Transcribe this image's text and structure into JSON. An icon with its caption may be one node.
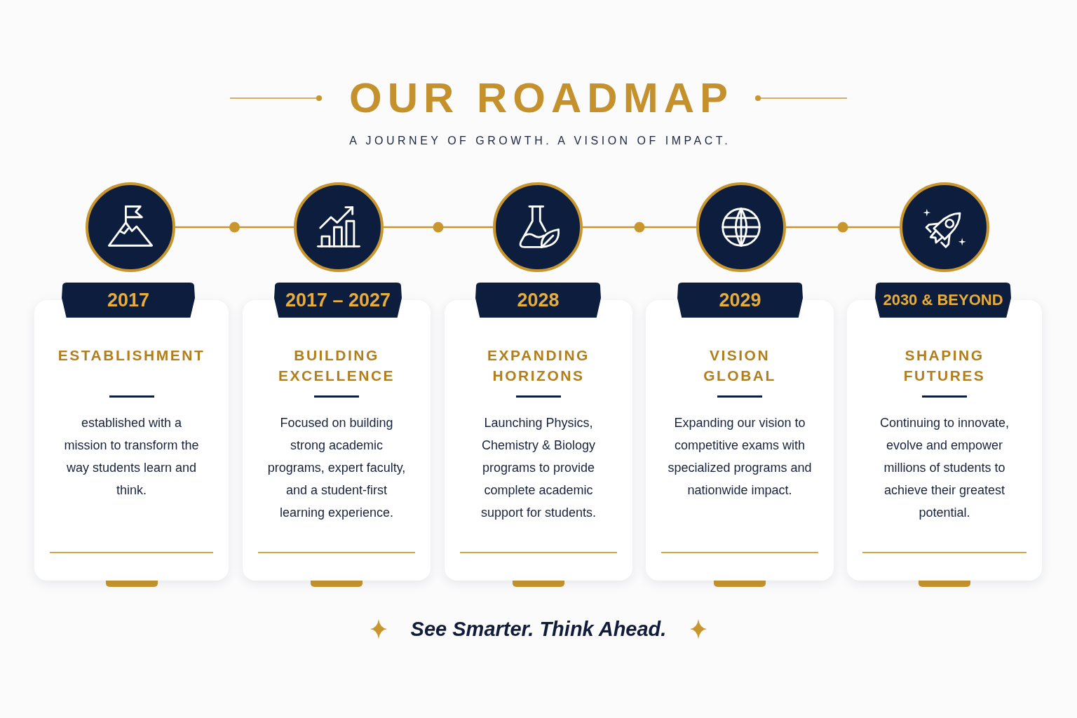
{
  "diagram": {
    "title": "OUR ROADMAP",
    "caption": "See Smarter. Think Ahead.",
    "labels": [
      "A JOURNEY OF GROWTH. A VISION OF IMPACT."
    ],
    "nodes": [
      {
        "text": [],
        "shape": "circle"
      },
      {
        "text": [],
        "shape": "circle"
      },
      {
        "text": [],
        "shape": "circle"
      },
      {
        "text": [],
        "shape": "circle"
      },
      {
        "text": [],
        "shape": "circle"
      },
      {
        "text": [
          "2017"
        ]
      },
      {
        "text": [
          "ESTABLISHMENT",
          "established with a mission to transform the way students learn and think."
        ]
      },
      {
        "text": [
          "2017 – 2027"
        ]
      },
      {
        "text": [
          "BUILDING EXCELLENCE",
          "Focused on building strong academic programs, expert faculty, and a student-first learning experience."
        ]
      },
      {
        "text": [
          "2028"
        ]
      },
      {
        "text": [
          "EXPANDING HORIZONS",
          "Launching Physics, Chemistry & Biology programs to provide complete academic support for students."
        ]
      },
      {
        "text": [
          "2029"
        ]
      },
      {
        "text": [
          "VISION GLOBAL",
          "Expanding our vision to competitive exams with specialized programs and nationwide impact."
        ]
      },
      {
        "text": [
          "2030 & BEYOND"
        ]
      },
      {
        "text": [
          "SHAPING FUTURES",
          "Continuing to innovate, evolve and empower millions of students to achieve their greatest potential."
        ]
      }
    ],
    "edges": [
      {
        "from": 0,
        "to": 1,
        "arrow": "none"
      },
      {
        "from": 1,
        "to": 2,
        "arrow": "none"
      },
      {
        "from": 2,
        "to": 3,
        "arrow": "none"
      },
      {
        "from": 3,
        "to": 4,
        "arrow": "none"
      }
    ]
  }
}
